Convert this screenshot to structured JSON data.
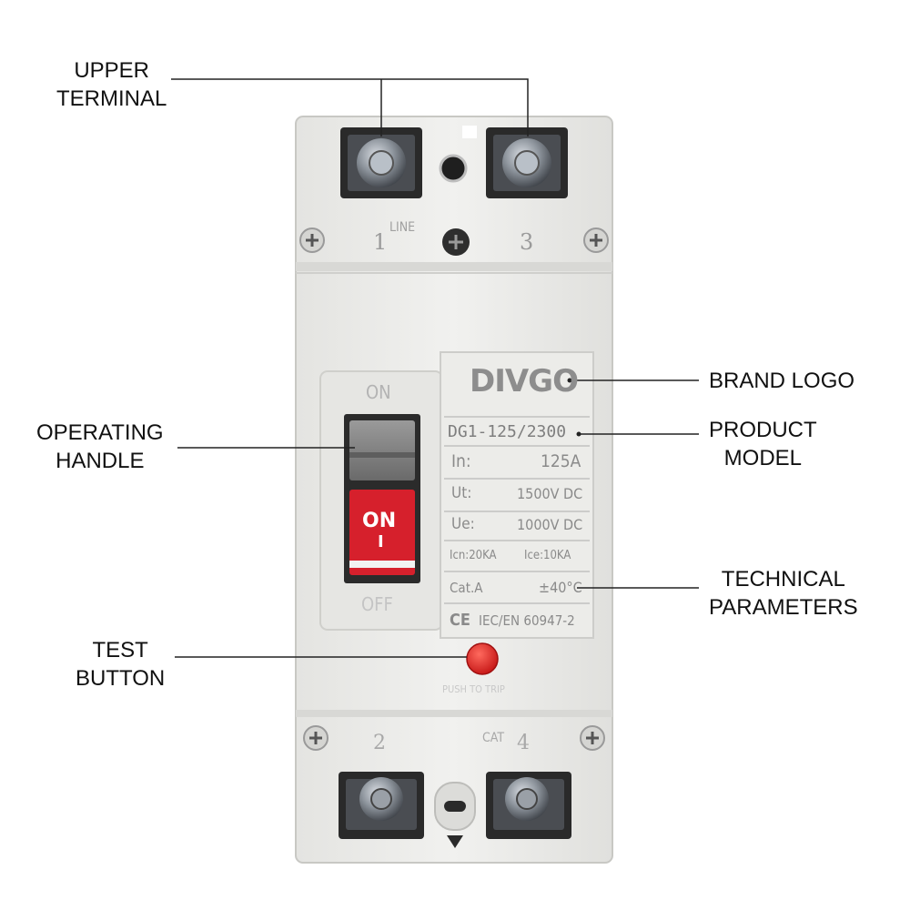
{
  "callouts": {
    "upper_terminal": [
      "UPPER",
      "TERMINAL"
    ],
    "brand_logo": [
      "BRAND LOGO"
    ],
    "operating_handle": [
      "OPERATING",
      "HANDLE"
    ],
    "product_model": [
      "PRODUCT",
      "MODEL"
    ],
    "technical_parameters": [
      "TECHNICAL",
      "PARAMETERS"
    ],
    "test_button": [
      "TEST",
      "BUTTON"
    ]
  },
  "device": {
    "top_markings": {
      "line": "LINE",
      "terminal_1": "1",
      "terminal_3": "3"
    },
    "bottom_markings": {
      "cat": "CAT",
      "terminal_2": "2",
      "terminal_4": "4"
    },
    "handle": {
      "on_label": "ON",
      "off_label": "OFF",
      "lever_on": "ON",
      "lever_i": "I"
    },
    "brand": "DIVGO",
    "model": "DG1-125/2300",
    "specs": {
      "in_label": "In:",
      "in_value": "125A",
      "ut_label": "Ut:",
      "ut_value": "1500V DC",
      "ue_label": "Ue:",
      "ue_value": "1000V DC",
      "icn": "Icn:20KA",
      "ice": "Ice:10KA",
      "cat": "Cat.A",
      "temp": "±40°C",
      "ce": "CE",
      "standard": "IEC/EN 60947-2"
    },
    "push_to_trip": "PUSH TO TRIP"
  },
  "colors": {
    "body": "#eeeeec",
    "handle_red": "#d6202c",
    "test_button_red": "#e22828",
    "text_dark": "#111111",
    "print_gray": "#8a8a8a"
  }
}
